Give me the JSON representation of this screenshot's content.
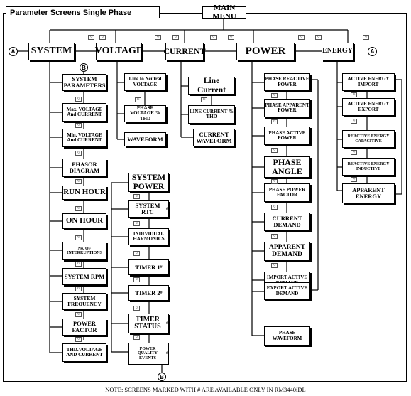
{
  "title": "Parameter Screens Single Phase",
  "main_menu": "MAIN MENU",
  "connector_a": "A",
  "connector_b": "B",
  "hash": "#",
  "menus": {
    "system": "SYSTEM",
    "voltage": "VOLTAGE",
    "current": "CURRENT",
    "power": "POWER",
    "energy": "ENERGY"
  },
  "system_screens": {
    "system_parameters": "SYSTEM PARAMETERS",
    "max_voltage_current": "Max. VOLTAGE And CURRENT",
    "min_voltage_current": "Min. VOLTAGE And CURRENT",
    "phasor_diagram": "PHASOR DIAGRAM",
    "run_hour": "RUN HOUR",
    "on_hour": "ON HOUR",
    "interruptions": "No. OF INTERRUPTIONS",
    "system_rpm": "SYSTEM RPM",
    "system_frequency": "SYSTEM FREQUENCY",
    "power_factor": "POWER FACTOR",
    "thd_voltage_current": "THD.VOLTAGE AND CURRENT"
  },
  "system_power_screens": {
    "system_power": "SYSTEM POWER",
    "system_rtc": "SYSTEM RTC",
    "individual_harmonics": "INDIVIDUAL HARMONICS",
    "timer_1": "TIMER 1",
    "timer_2": "TIMER 2",
    "timer_status": "TIMER STATUS",
    "power_quality_events": "POWER QUALITY EVENTS"
  },
  "voltage_screens": {
    "line_to_neutral": "Line to Neutral VOLTAGE",
    "phase_voltage_thd": "PHASE VOLTAGE % THD",
    "waveform": "WAVEFORM"
  },
  "current_screens": {
    "line_current": "Line Current",
    "line_current_thd": "LINE CURRENT % THD",
    "current_waveform": "CURRENT WAVEFORM"
  },
  "power_screens": {
    "phase_reactive_power": "PHASE REACTIVE POWER",
    "phase_apparent_power": "PHASE APPARENT POWER",
    "phase_active_power": "PHASE ACTIVE POWER",
    "phase_angle": "PHASE ANGLE",
    "phase_power_factor": "PHASE POWER FACTOR",
    "current_demand": "CURRENT DEMAND",
    "apparent_demand": "APPARENT DEMAND",
    "import_active_demand": "IMPORT ACTIVE DEMAND",
    "export_active_demand": "EXPORT ACTIVE DEMAND",
    "phase_waveform": "PHASE WAVEFORM"
  },
  "energy_screens": {
    "active_energy_import": "ACTIVE ENERGY IMPORT",
    "active_energy_export": "ACTIVE ENERGY EXPORT",
    "reactive_energy_capacitive": "REACTIVE ENERGY CAPACITIVE",
    "reactive_energy_inductive": "REACTIVE ENERGY INDUCTIVE",
    "apparent_energy": "APPARENT ENERGY"
  },
  "note": "NOTE: SCREENS MARKED WITH # ARE AVAILABLE ONLY IN RM3440iDL"
}
